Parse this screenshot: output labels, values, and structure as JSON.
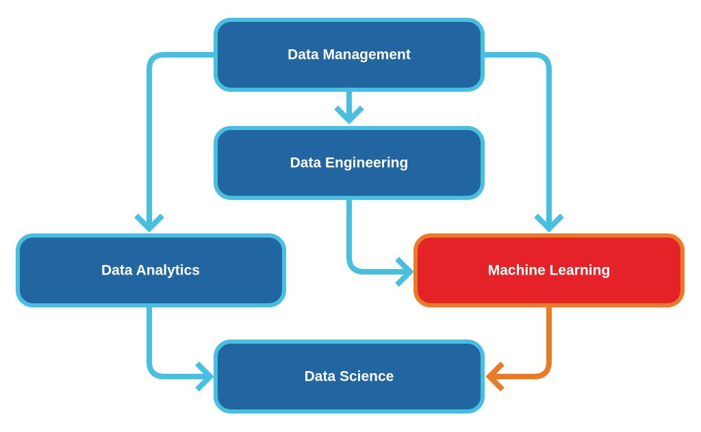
{
  "colors": {
    "background": "#ffffff",
    "node_fill": "#2166a0",
    "node_border": "#46bfe0",
    "highlight_fill": "#e52228",
    "highlight_border": "#ea7a23",
    "connector": "#46bfe0",
    "highlight_connector": "#ea7a23",
    "label": "#ffffff"
  },
  "nodes": {
    "data_management": {
      "label": "Data Management"
    },
    "data_engineering": {
      "label": "Data Engineering"
    },
    "data_analytics": {
      "label": "Data Analytics"
    },
    "machine_learning": {
      "label": "Machine Learning"
    },
    "data_science": {
      "label": "Data Science"
    }
  },
  "edges": [
    {
      "from": "Data Management",
      "to": "Data Engineering"
    },
    {
      "from": "Data Management",
      "to": "Data Analytics"
    },
    {
      "from": "Data Management",
      "to": "Machine Learning"
    },
    {
      "from": "Data Engineering",
      "to": "Machine Learning"
    },
    {
      "from": "Data Analytics",
      "to": "Data Science"
    },
    {
      "from": "Machine Learning",
      "to": "Data Science"
    }
  ]
}
